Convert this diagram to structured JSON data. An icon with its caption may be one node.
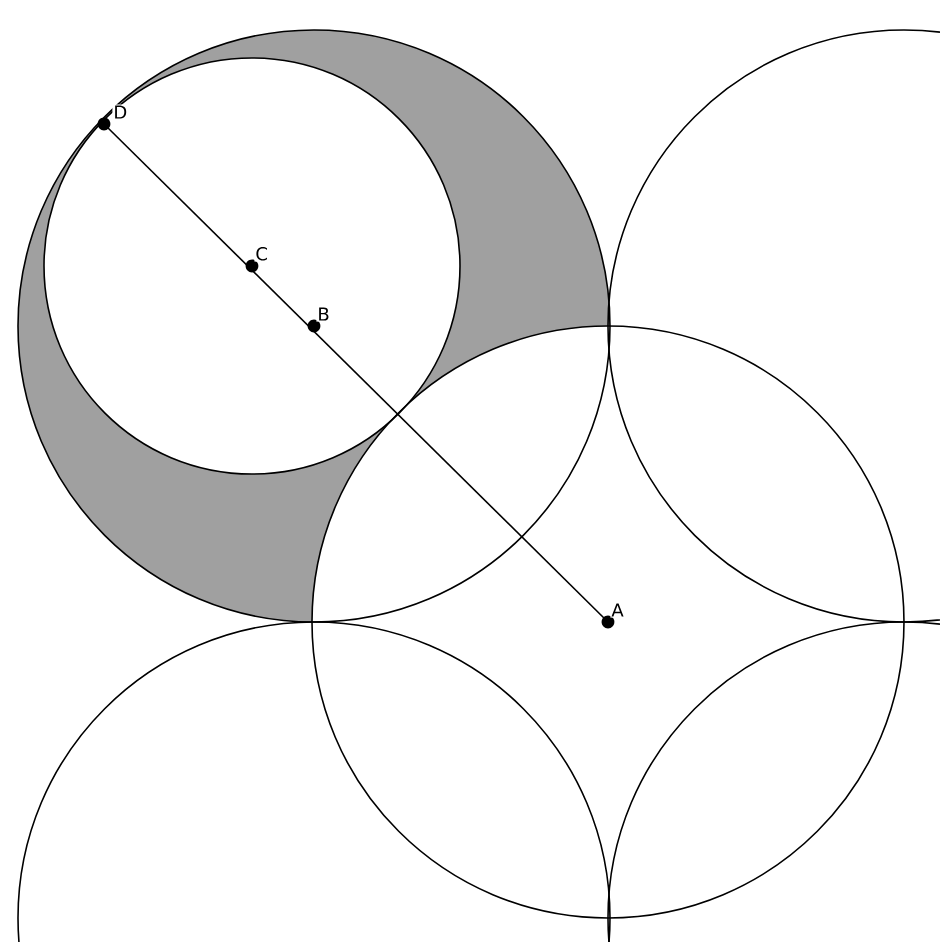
{
  "diagram": {
    "nodes": [
      {
        "text": [
          "D"
        ]
      },
      {
        "text": [
          "C"
        ]
      },
      {
        "text": [
          "B"
        ]
      },
      {
        "text": [
          "A"
        ]
      }
    ],
    "edges": [
      {
        "from": 0,
        "to": 3,
        "arrow": "none"
      }
    ]
  }
}
